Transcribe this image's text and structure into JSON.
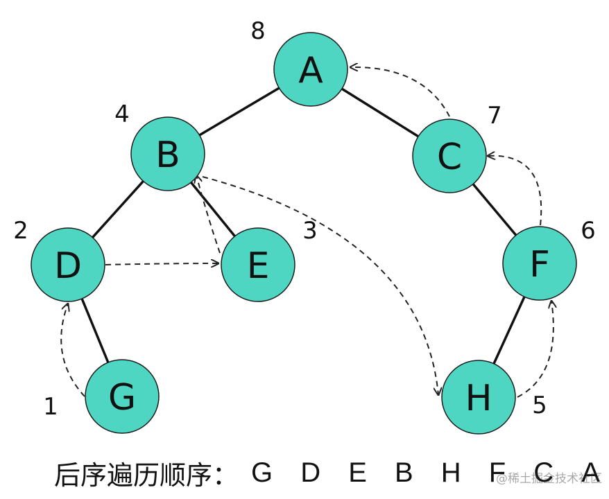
{
  "nodes": [
    {
      "id": "A",
      "label": "A",
      "order": "8"
    },
    {
      "id": "B",
      "label": "B",
      "order": "4"
    },
    {
      "id": "C",
      "label": "C",
      "order": "7"
    },
    {
      "id": "D",
      "label": "D",
      "order": "2"
    },
    {
      "id": "E",
      "label": "E",
      "order": "3"
    },
    {
      "id": "F",
      "label": "F",
      "order": "6"
    },
    {
      "id": "G",
      "label": "G",
      "order": "1"
    },
    {
      "id": "H",
      "label": "H",
      "order": "5"
    }
  ],
  "tree_edges": [
    [
      "A",
      "B"
    ],
    [
      "A",
      "C"
    ],
    [
      "B",
      "D"
    ],
    [
      "B",
      "E"
    ],
    [
      "D",
      "G"
    ],
    [
      "C",
      "F"
    ],
    [
      "F",
      "H"
    ]
  ],
  "traversal_arrows": [
    [
      "G",
      "D"
    ],
    [
      "D",
      "E"
    ],
    [
      "E",
      "B"
    ],
    [
      "B",
      "H"
    ],
    [
      "H",
      "F"
    ],
    [
      "F",
      "C"
    ],
    [
      "C",
      "A"
    ]
  ],
  "caption": {
    "label": "后序遍历顺序：",
    "sequence": [
      "G",
      "D",
      "E",
      "B",
      "H",
      "F",
      "C",
      "A"
    ]
  },
  "watermark": "@稀土掘金技术社区"
}
